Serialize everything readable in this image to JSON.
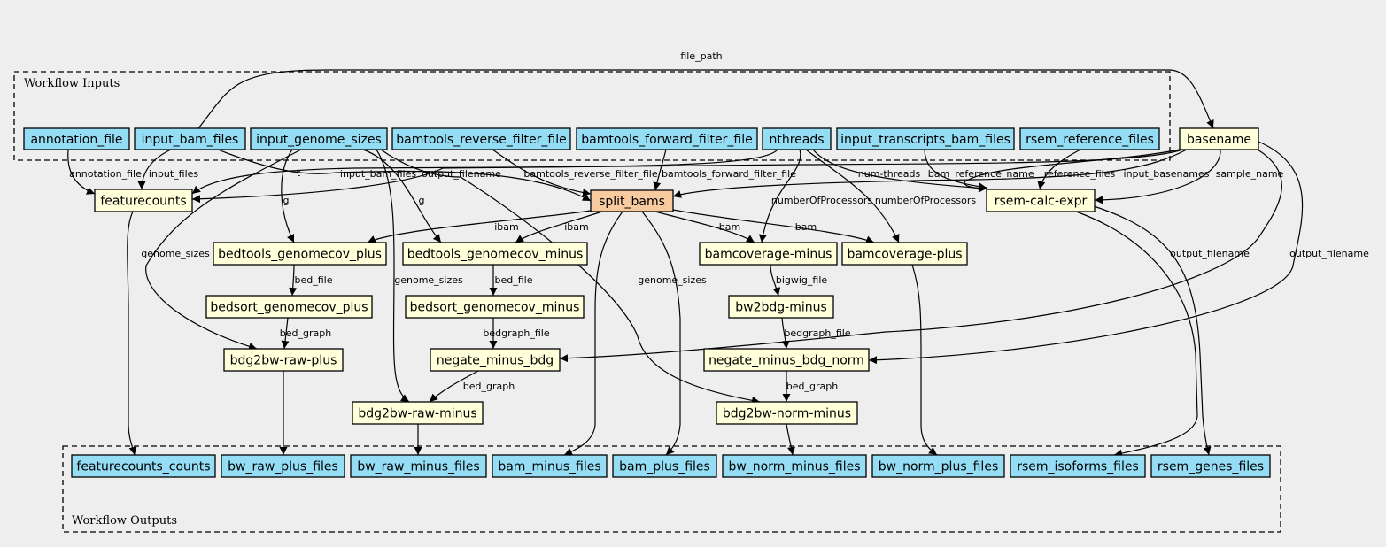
{
  "colors": {
    "io": "#94ddf4",
    "step": "#ffffd9",
    "highlight": "#f7cb9f",
    "background": "#eeeeee"
  },
  "clusters": [
    {
      "id": "inputs",
      "label": "Workflow Inputs"
    },
    {
      "id": "outputs",
      "label": "Workflow Outputs"
    }
  ],
  "nodes": [
    {
      "id": "annotation_file",
      "label": "annotation_file",
      "kind": "io"
    },
    {
      "id": "input_bam_files",
      "label": "input_bam_files",
      "kind": "io"
    },
    {
      "id": "input_genome_sizes",
      "label": "input_genome_sizes",
      "kind": "io"
    },
    {
      "id": "bamtools_reverse_filter_file",
      "label": "bamtools_reverse_filter_file",
      "kind": "io"
    },
    {
      "id": "bamtools_forward_filter_file",
      "label": "bamtools_forward_filter_file",
      "kind": "io"
    },
    {
      "id": "nthreads",
      "label": "nthreads",
      "kind": "io"
    },
    {
      "id": "input_transcripts_bam_files",
      "label": "input_transcripts_bam_files",
      "kind": "io"
    },
    {
      "id": "rsem_reference_files",
      "label": "rsem_reference_files",
      "kind": "io"
    },
    {
      "id": "basename",
      "label": "basename",
      "kind": "step"
    },
    {
      "id": "featurecounts",
      "label": "featurecounts",
      "kind": "step"
    },
    {
      "id": "split_bams",
      "label": "split_bams",
      "kind": "highlight"
    },
    {
      "id": "rsem_calc_expr",
      "label": "rsem-calc-expr",
      "kind": "step"
    },
    {
      "id": "bedtools_genomecov_plus",
      "label": "bedtools_genomecov_plus",
      "kind": "step"
    },
    {
      "id": "bedtools_genomecov_minus",
      "label": "bedtools_genomecov_minus",
      "kind": "step"
    },
    {
      "id": "bamcoverage_minus",
      "label": "bamcoverage-minus",
      "kind": "step"
    },
    {
      "id": "bamcoverage_plus",
      "label": "bamcoverage-plus",
      "kind": "step"
    },
    {
      "id": "bedsort_genomecov_plus",
      "label": "bedsort_genomecov_plus",
      "kind": "step"
    },
    {
      "id": "bedsort_genomecov_minus",
      "label": "bedsort_genomecov_minus",
      "kind": "step"
    },
    {
      "id": "bw2bdg_minus",
      "label": "bw2bdg-minus",
      "kind": "step"
    },
    {
      "id": "bdg2bw_raw_plus",
      "label": "bdg2bw-raw-plus",
      "kind": "step"
    },
    {
      "id": "negate_minus_bdg",
      "label": "negate_minus_bdg",
      "kind": "step"
    },
    {
      "id": "negate_minus_bdg_norm",
      "label": "negate_minus_bdg_norm",
      "kind": "step"
    },
    {
      "id": "bdg2bw_raw_minus",
      "label": "bdg2bw-raw-minus",
      "kind": "step"
    },
    {
      "id": "bdg2bw_norm_minus",
      "label": "bdg2bw-norm-minus",
      "kind": "step"
    },
    {
      "id": "featurecounts_counts",
      "label": "featurecounts_counts",
      "kind": "io"
    },
    {
      "id": "bw_raw_plus_files",
      "label": "bw_raw_plus_files",
      "kind": "io"
    },
    {
      "id": "bw_raw_minus_files",
      "label": "bw_raw_minus_files",
      "kind": "io"
    },
    {
      "id": "bam_minus_files",
      "label": "bam_minus_files",
      "kind": "io"
    },
    {
      "id": "bam_plus_files",
      "label": "bam_plus_files",
      "kind": "io"
    },
    {
      "id": "bw_norm_minus_files",
      "label": "bw_norm_minus_files",
      "kind": "io"
    },
    {
      "id": "bw_norm_plus_files",
      "label": "bw_norm_plus_files",
      "kind": "io"
    },
    {
      "id": "rsem_isoforms_files",
      "label": "rsem_isoforms_files",
      "kind": "io"
    },
    {
      "id": "rsem_genes_files",
      "label": "rsem_genes_files",
      "kind": "io"
    }
  ],
  "edges": [
    {
      "from": "input_bam_files",
      "to": "basename",
      "label": "file_path"
    },
    {
      "from": "annotation_file",
      "to": "featurecounts",
      "label": "annotation_file"
    },
    {
      "from": "input_bam_files",
      "to": "featurecounts",
      "label": "input_files"
    },
    {
      "from": "nthreads",
      "to": "featurecounts",
      "label": "t"
    },
    {
      "from": "basename",
      "to": "featurecounts",
      "label": "output_filename"
    },
    {
      "from": "input_bam_files",
      "to": "split_bams",
      "label": "input_bam_files"
    },
    {
      "from": "bamtools_reverse_filter_file",
      "to": "split_bams",
      "label": "bamtools_reverse_filter_file"
    },
    {
      "from": "bamtools_forward_filter_file",
      "to": "split_bams",
      "label": "bamtools_forward_filter_file"
    },
    {
      "from": "nthreads",
      "to": "rsem_calc_expr",
      "label": "num-threads"
    },
    {
      "from": "input_transcripts_bam_files",
      "to": "rsem_calc_expr",
      "label": "bam"
    },
    {
      "from": "basename",
      "to": "rsem_calc_expr",
      "label": "reference_name"
    },
    {
      "from": "rsem_reference_files",
      "to": "rsem_calc_expr",
      "label": "reference_files"
    },
    {
      "from": "basename",
      "to": "split_bams",
      "label": "input_basenames"
    },
    {
      "from": "basename",
      "to": "rsem_calc_expr",
      "label": "sample_name"
    },
    {
      "from": "input_genome_sizes",
      "to": "bedtools_genomecov_plus",
      "label": "g"
    },
    {
      "from": "input_genome_sizes",
      "to": "bedtools_genomecov_minus",
      "label": "g"
    },
    {
      "from": "nthreads",
      "to": "bamcoverage_minus",
      "label": "numberOfProcessors"
    },
    {
      "from": "nthreads",
      "to": "bamcoverage_plus",
      "label": "numberOfProcessors"
    },
    {
      "from": "split_bams",
      "to": "bedtools_genomecov_plus",
      "label": "ibam"
    },
    {
      "from": "split_bams",
      "to": "bedtools_genomecov_minus",
      "label": "ibam"
    },
    {
      "from": "split_bams",
      "to": "bamcoverage_minus",
      "label": "bam"
    },
    {
      "from": "split_bams",
      "to": "bamcoverage_plus",
      "label": "bam"
    },
    {
      "from": "input_genome_sizes",
      "to": "bdg2bw_raw_plus",
      "label": "genome_sizes"
    },
    {
      "from": "input_genome_sizes",
      "to": "bdg2bw_raw_minus",
      "label": "genome_sizes"
    },
    {
      "from": "input_genome_sizes",
      "to": "bdg2bw_norm_minus",
      "label": "genome_sizes"
    },
    {
      "from": "bedtools_genomecov_plus",
      "to": "bedsort_genomecov_plus",
      "label": "bed_file"
    },
    {
      "from": "bedtools_genomecov_minus",
      "to": "bedsort_genomecov_minus",
      "label": "bed_file"
    },
    {
      "from": "bamcoverage_minus",
      "to": "bw2bdg_minus",
      "label": "bigwig_file"
    },
    {
      "from": "bedsort_genomecov_plus",
      "to": "bdg2bw_raw_plus",
      "label": "bed_graph"
    },
    {
      "from": "bedsort_genomecov_minus",
      "to": "negate_minus_bdg",
      "label": "bedgraph_file"
    },
    {
      "from": "bw2bdg_minus",
      "to": "negate_minus_bdg_norm",
      "label": "bedgraph_file"
    },
    {
      "from": "basename",
      "to": "negate_minus_bdg",
      "label": "output_filename"
    },
    {
      "from": "basename",
      "to": "negate_minus_bdg_norm",
      "label": "output_filename"
    },
    {
      "from": "negate_minus_bdg",
      "to": "bdg2bw_raw_minus",
      "label": "bed_graph"
    },
    {
      "from": "negate_minus_bdg_norm",
      "to": "bdg2bw_norm_minus",
      "label": "bed_graph"
    },
    {
      "from": "featurecounts",
      "to": "featurecounts_counts",
      "label": ""
    },
    {
      "from": "bdg2bw_raw_plus",
      "to": "bw_raw_plus_files",
      "label": ""
    },
    {
      "from": "bdg2bw_raw_minus",
      "to": "bw_raw_minus_files",
      "label": ""
    },
    {
      "from": "split_bams",
      "to": "bam_minus_files",
      "label": ""
    },
    {
      "from": "split_bams",
      "to": "bam_plus_files",
      "label": ""
    },
    {
      "from": "bdg2bw_norm_minus",
      "to": "bw_norm_minus_files",
      "label": ""
    },
    {
      "from": "bamcoverage_plus",
      "to": "bw_norm_plus_files",
      "label": ""
    },
    {
      "from": "rsem_calc_expr",
      "to": "rsem_isoforms_files",
      "label": ""
    },
    {
      "from": "rsem_calc_expr",
      "to": "rsem_genes_files",
      "label": ""
    }
  ]
}
